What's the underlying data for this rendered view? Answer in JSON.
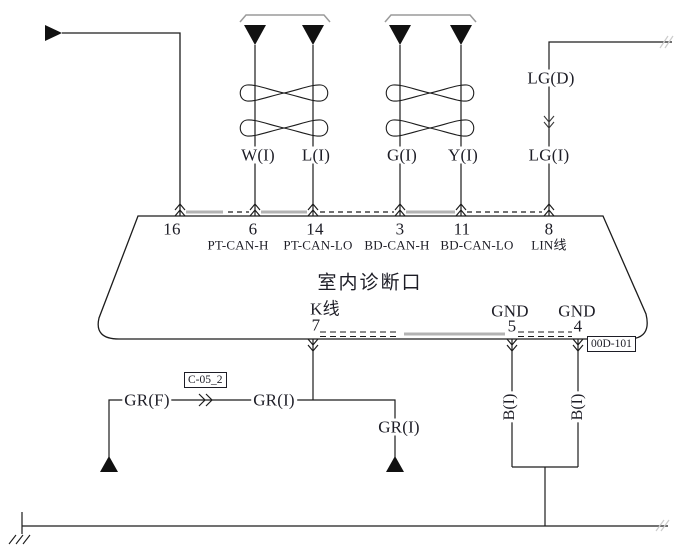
{
  "connector": {
    "title": "室内诊断口",
    "top_pins": [
      {
        "number": "16",
        "name": ""
      },
      {
        "number": "6",
        "name": "PT-CAN-H"
      },
      {
        "number": "14",
        "name": "PT-CAN-LO"
      },
      {
        "number": "3",
        "name": "BD-CAN-H"
      },
      {
        "number": "11",
        "name": "BD-CAN-LO"
      },
      {
        "number": "8",
        "name": "LIN线"
      }
    ],
    "bottom_pins": [
      {
        "number": "7",
        "name": "K线"
      },
      {
        "number": "5",
        "name": "GND"
      },
      {
        "number": "4",
        "name": "GND"
      }
    ]
  },
  "wire_colors": {
    "pt_can_h": "W(I)",
    "pt_can_lo": "L(I)",
    "bd_can_h": "G(I)",
    "bd_can_lo": "Y(I)",
    "lin_upper": "LG(D)",
    "lin_lower": "LG(I)",
    "k_outer": "GR(F)",
    "k_inner": "GR(I)",
    "k_branch": "GR(I)",
    "gnd_5": "B(I)",
    "gnd_4": "B(I)"
  },
  "ref_boxes": {
    "inline_connector": "C-05_2",
    "ground_point": "00D-101"
  },
  "colors": {
    "line": "#1c1c1c",
    "accent_gray": "#b3b3b3",
    "faint": "#cccccc"
  }
}
